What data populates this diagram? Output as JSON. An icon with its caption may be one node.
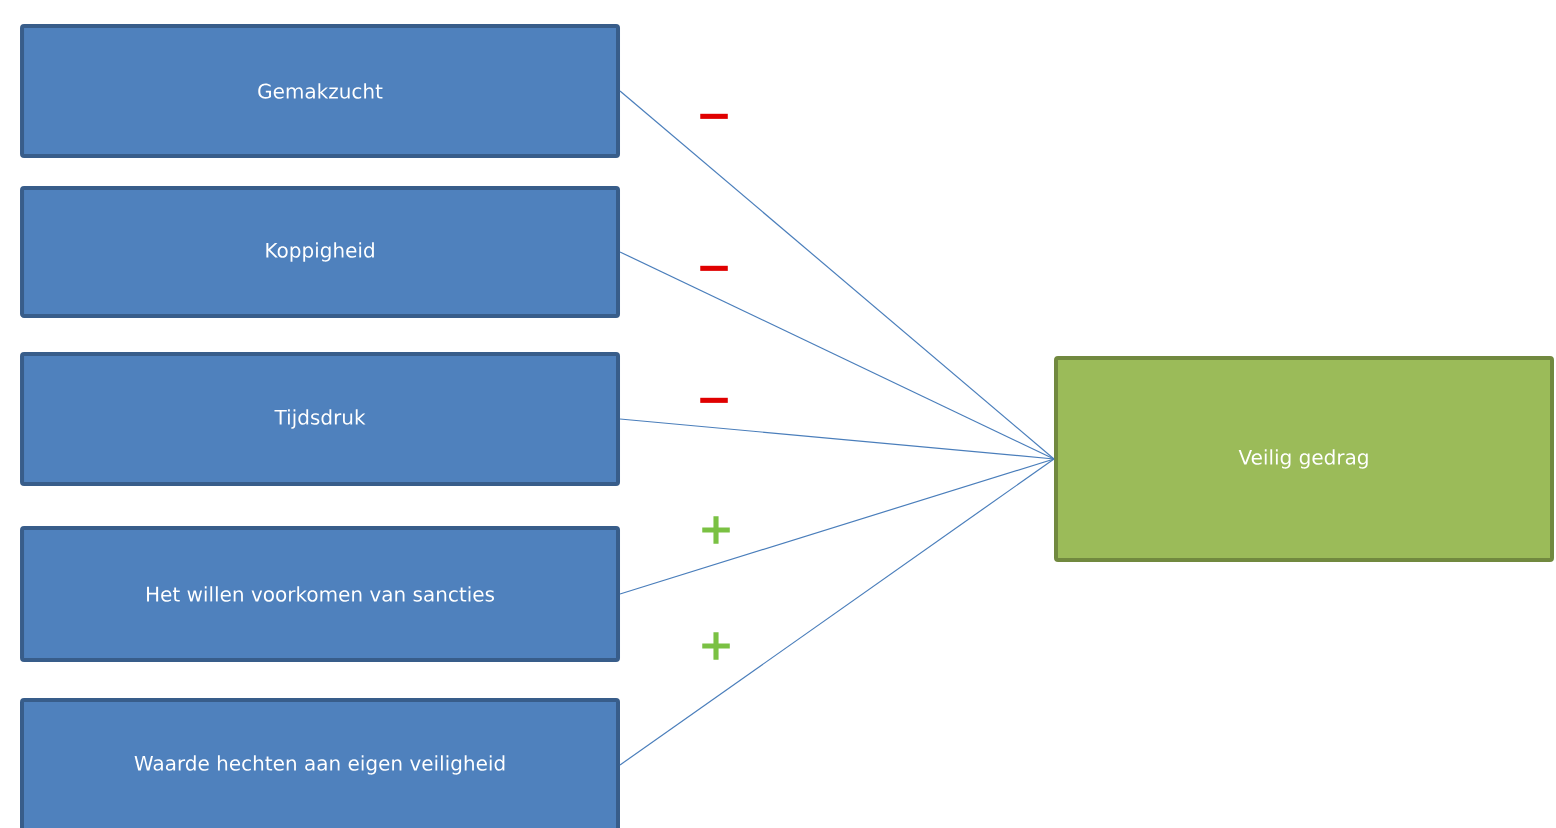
{
  "diagram": {
    "nodes": [
      {
        "text": [
          "Gemakzucht"
        ]
      },
      {
        "text": [
          "Koppigheid"
        ]
      },
      {
        "text": [
          "Tijdsdruk"
        ]
      },
      {
        "text": [
          "Het willen voorkomen van sancties"
        ]
      },
      {
        "text": [
          "Waarde hechten aan eigen veiligheid"
        ]
      },
      {
        "text": [
          "Veilig gedrag"
        ]
      }
    ],
    "edges": [
      {
        "from": 0,
        "to": 5,
        "arrow": "none",
        "label": "−"
      },
      {
        "from": 1,
        "to": 5,
        "arrow": "none",
        "label": "−"
      },
      {
        "from": 2,
        "to": 5,
        "arrow": "none",
        "label": "−"
      },
      {
        "from": 3,
        "to": 5,
        "arrow": "none",
        "label": "+"
      },
      {
        "from": 4,
        "to": 5,
        "arrow": "none",
        "label": "+"
      }
    ]
  }
}
